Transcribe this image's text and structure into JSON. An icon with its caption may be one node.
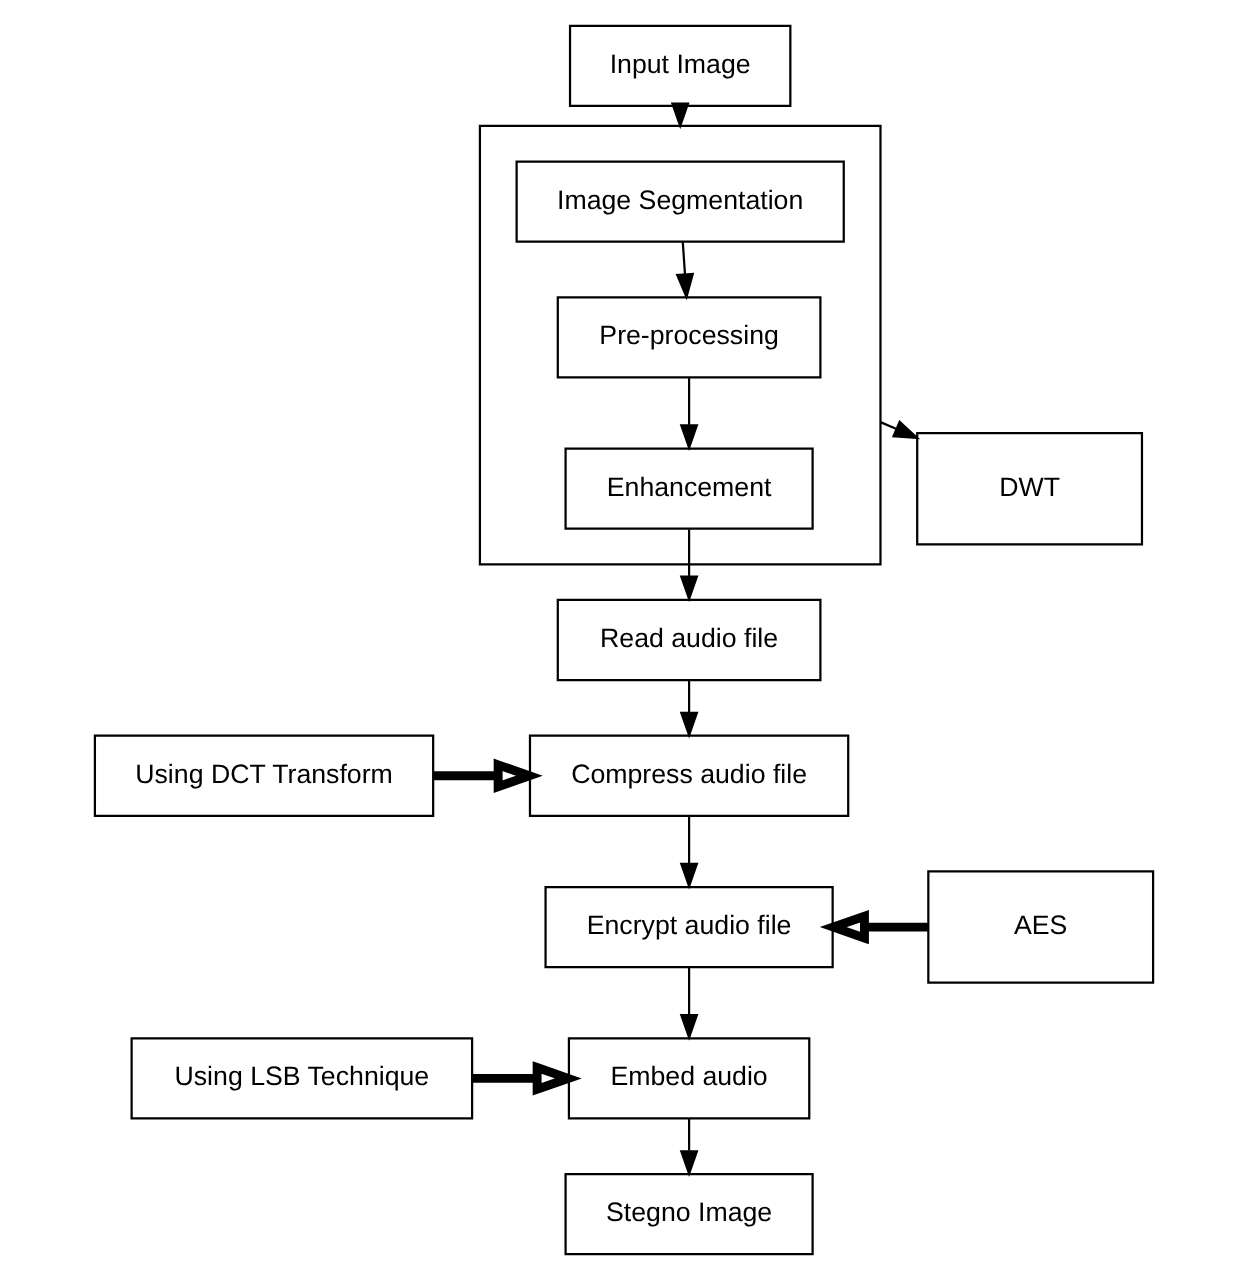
{
  "diagram": {
    "nodes": [
      {
        "text": [
          "Input Image"
        ]
      },
      {
        "text": [],
        "shape": "box"
      },
      {
        "text": [
          "Image Segmentation"
        ],
        "in": 1
      },
      {
        "text": [
          "Pre-processing"
        ],
        "in": 1
      },
      {
        "text": [
          "Enhancement"
        ],
        "in": 1
      },
      {
        "text": [
          "DWT"
        ]
      },
      {
        "text": [
          "Read audio file"
        ]
      },
      {
        "text": [
          "Using DCT Transform"
        ]
      },
      {
        "text": [
          "Compress audio file"
        ]
      },
      {
        "text": [
          "Encrypt audio file"
        ]
      },
      {
        "text": [
          "AES"
        ]
      },
      {
        "text": [
          "Using LSB Technique"
        ]
      },
      {
        "text": [
          "Embed audio"
        ]
      },
      {
        "text": [
          "Stegno Image"
        ]
      }
    ],
    "edges": [
      {
        "from": 0,
        "to": 1,
        "arrow": "to"
      },
      {
        "from": 2,
        "to": 3,
        "arrow": "to"
      },
      {
        "from": 3,
        "to": 4,
        "arrow": "to"
      },
      {
        "from": 1,
        "to": 5,
        "arrow": "to"
      },
      {
        "from": 4,
        "to": 6,
        "arrow": "to"
      },
      {
        "from": 6,
        "to": 8,
        "arrow": "to"
      },
      {
        "from": 7,
        "to": 8,
        "arrow": "to",
        "style": "thick"
      },
      {
        "from": 8,
        "to": 9,
        "arrow": "to"
      },
      {
        "from": 10,
        "to": 9,
        "arrow": "to",
        "style": "thick"
      },
      {
        "from": 9,
        "to": 12,
        "arrow": "to"
      },
      {
        "from": 11,
        "to": 12,
        "arrow": "to",
        "style": "thick"
      },
      {
        "from": 12,
        "to": 13,
        "arrow": "to"
      }
    ]
  }
}
